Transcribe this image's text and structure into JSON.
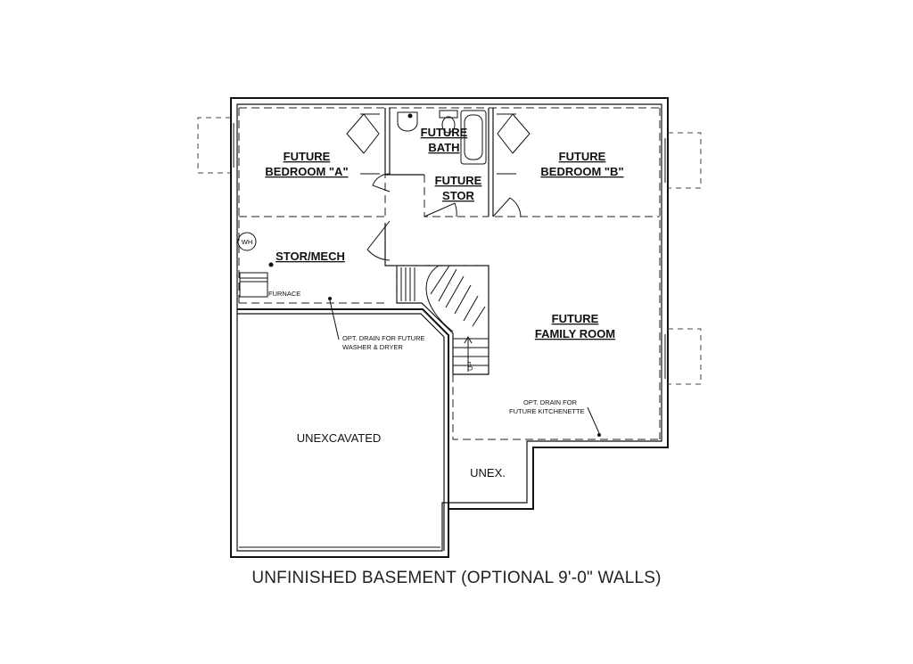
{
  "caption": "UNFINISHED BASEMENT (OPTIONAL 9'-0\" WALLS)",
  "rooms": {
    "bedroom_a": [
      "FUTURE",
      "BEDROOM \"A\""
    ],
    "bath": [
      "FUTURE",
      "BATH"
    ],
    "stor": [
      "FUTURE",
      "STOR"
    ],
    "bedroom_b": [
      "FUTURE",
      "BEDROOM \"B\""
    ],
    "stor_mech": "STOR/MECH",
    "family_room": [
      "FUTURE",
      "FAMILY ROOM"
    ],
    "unexcavated": "UNEXCAVATED",
    "unex": "UNEX."
  },
  "fixtures": {
    "water_heater": "WH",
    "furnace": "FURNACE",
    "stairs_up": "UP"
  },
  "notes": {
    "washer_drain": [
      "OPT. DRAIN FOR FUTURE",
      "WASHER & DRYER"
    ],
    "kitchenette_drain": [
      "OPT. DRAIN FOR",
      "FUTURE KITCHENETTE"
    ]
  }
}
